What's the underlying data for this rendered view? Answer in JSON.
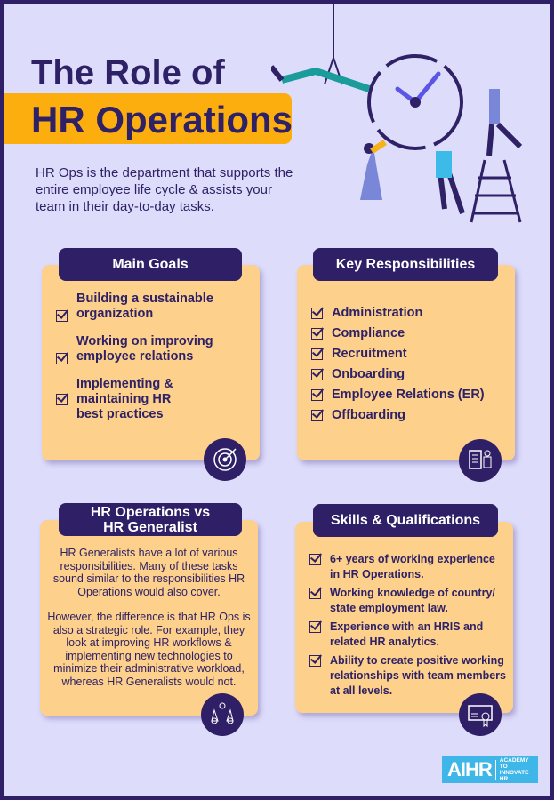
{
  "title_line1": "The Role of",
  "title_line2": "HR Operations",
  "intro": "HR Ops is the department that supports the entire employee life cycle & assists your team in their day-to-day tasks.",
  "colors": {
    "border": "#2e1f66",
    "background": "#dedcfb",
    "accent": "#fdae0f",
    "card": "#fdd08b",
    "logo": "#3fb6e8"
  },
  "main_goals": {
    "title": "Main Goals",
    "icon": "target-icon",
    "items": [
      "Building a sustainable organization",
      "Working on improving employee relations",
      "Implementing & maintaining HR best practices"
    ]
  },
  "key_responsibilities": {
    "title": "Key Responsibilities",
    "icon": "checklist-person-icon",
    "items": [
      "Administration",
      "Compliance",
      "Recruitment",
      "Onboarding",
      "Employee Relations (ER)",
      "Offboarding"
    ]
  },
  "vs": {
    "title_line1": "HR Operations vs",
    "title_line2": "HR Generalist",
    "icon": "scales-icon",
    "para1": "HR Generalists have a lot of various responsibilities.  Many of these tasks sound similar to the responsibilities HR Operations would also cover.",
    "para2": "However, the difference is that HR Ops is also a strategic role. For example, they look at improving HR workflows & implementing new technologies to minimize their administrative workload, whereas HR Generalists would not."
  },
  "skills": {
    "title": "Skills & Qualifications",
    "icon": "certificate-icon",
    "items": [
      "6+ years of working experience in HR Operations.",
      "Working knowledge of country/ state employment law.",
      "Experience with an HRIS and related HR analytics.",
      "Ability to create positive working relationships with team members at all levels."
    ]
  },
  "logo": {
    "text": "AIHR",
    "tagline": "ACADEMY TO INNOVATE HR"
  }
}
